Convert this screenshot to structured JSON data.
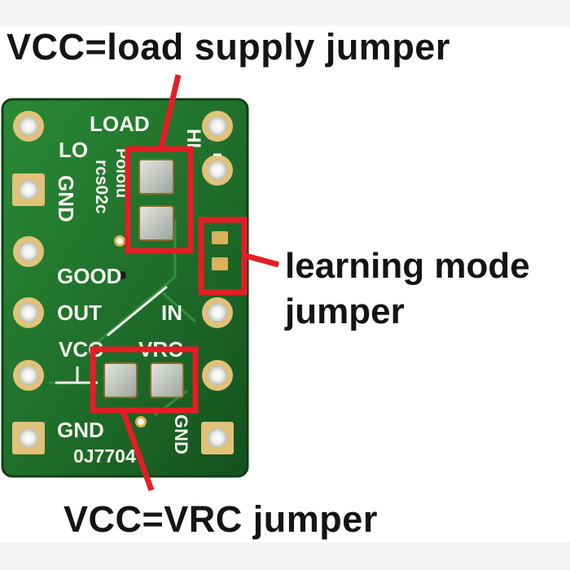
{
  "callouts": {
    "load_supply": "VCC=load supply jumper",
    "learning_line1": "learning mode",
    "learning_line2": "jumper",
    "vcc_vrc": "VCC=VRC jumper"
  },
  "silkscreen": {
    "load": "LOAD",
    "lo": "LO",
    "hi": "HI",
    "gnd_left": "GND",
    "good": "GOOD",
    "out": "OUT",
    "in": "IN",
    "vcc": "VCC",
    "vrc": "VRC",
    "gnd_bottom": "GND",
    "gnd_right": "GND",
    "brand": "Pololu",
    "model": "rcs02c",
    "serial": "0J7704"
  },
  "colors": {
    "board": "#1f6d2a",
    "board_dark": "#134a1b",
    "pad_gold": "#d9b25a",
    "pad_solder": "#c9cbc8",
    "highlight": "#e31e24",
    "text": "#141414"
  }
}
